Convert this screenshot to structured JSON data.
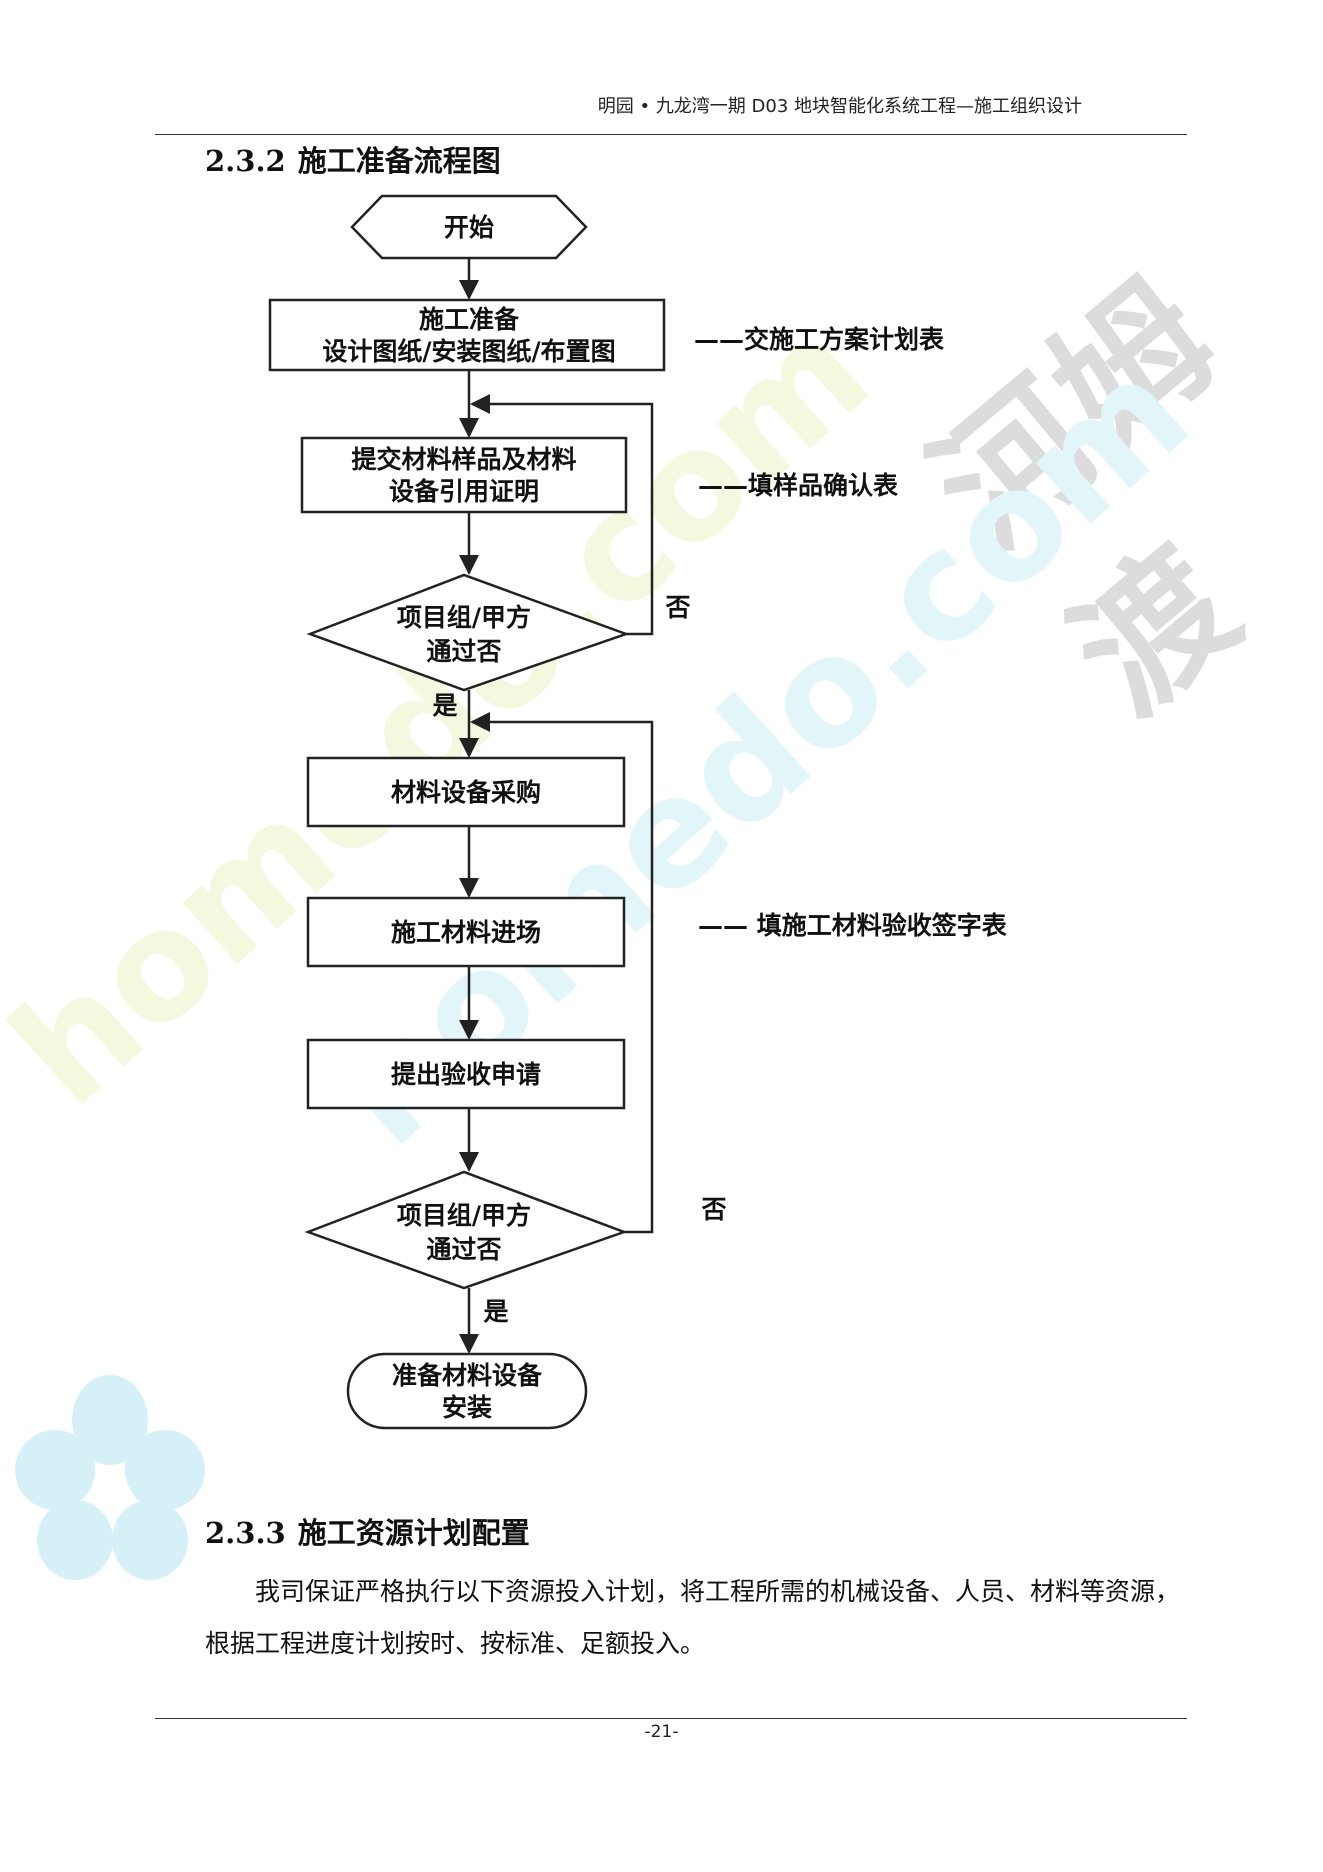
{
  "header": {
    "title": "明园 • 九龙湾一期 D03 地块智能化系统工程—施工组织设计"
  },
  "section_232": {
    "number": "2.3.2",
    "title": "施工准备流程图"
  },
  "flowchart": {
    "start": "开始",
    "prep_line1": "施工准备",
    "prep_line2": "设计图纸/安装图纸/布置图",
    "submit_line1": "提交材料样品及材料",
    "submit_line2": "设备引用证明",
    "check1_line1": "项目组/甲方",
    "check1_line2": "通过否",
    "yes1": "是",
    "no1": "否",
    "purchase": "材料设备采购",
    "arrive": "施工材料进场",
    "apply": "提出验收申请",
    "check2_line1": "项目组/甲方",
    "check2_line2": "通过否",
    "yes2": "是",
    "no2": "否",
    "end_line1": "准备材料设备",
    "end_line2": "安装",
    "note1": "——交施工方案计划表",
    "note2": "——填样品确认表",
    "note3": "—— 填施工材料验收签字表"
  },
  "section_233": {
    "number": "2.3.3",
    "title": "施工资源计划配置"
  },
  "paragraph": "我司保证严格执行以下资源投入计划，将工程所需的机械设备、人员、材料等资源，根据工程进度计划按时、按标准、足额投入。",
  "footer": {
    "page": "-21-"
  },
  "watermark": {
    "logo_text": "河姆渡",
    "url_text": "homedo.com"
  },
  "colors": {
    "line": "#222222",
    "watermark_gray": "#d9d9d9",
    "watermark_cyan": "#d8f3f8",
    "watermark_yellow": "#f5f9dc"
  }
}
